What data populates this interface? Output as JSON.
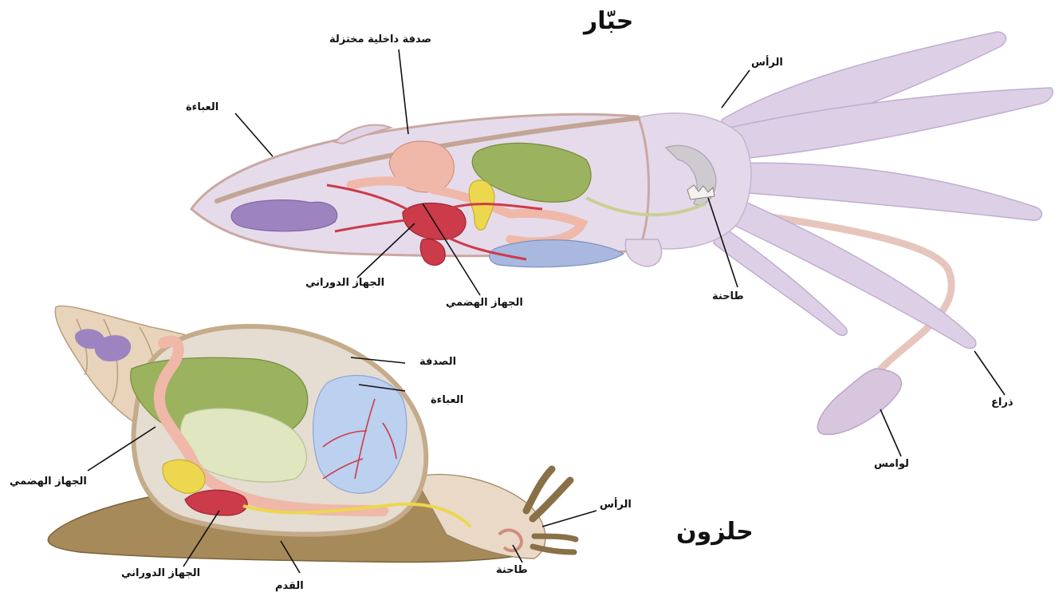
{
  "squid": {
    "title": "حبّار",
    "labels": {
      "shell": "صدفة داخلية مختزلة",
      "head": "الرأس",
      "mantle": "العباءة",
      "circulatory": "الجهاز الدوراني",
      "digestive": "الجهاز الهضمي",
      "radula": "طاحنة",
      "arm": "ذراع",
      "tentacles": "لوامس"
    }
  },
  "snail": {
    "title": "حلزون",
    "labels": {
      "shell": "الصدفة",
      "mantle": "العباءة",
      "digestive": "الجهاز الهضمي",
      "head": "الرأس",
      "circulatory": "الجهاز الدوراني",
      "foot": "القدم",
      "radula": "طاحنة"
    }
  },
  "colors": {
    "body": "#ddd2e2",
    "digestive": "#efb8a8",
    "circulatory": "#cc3b4a",
    "liver": "#9bb25f",
    "gonad": "#9d84c0",
    "gill": "#a8b8df",
    "yellow": "#ecd74e",
    "shell": "#e8d4bb",
    "foot": "#a68a5a"
  }
}
